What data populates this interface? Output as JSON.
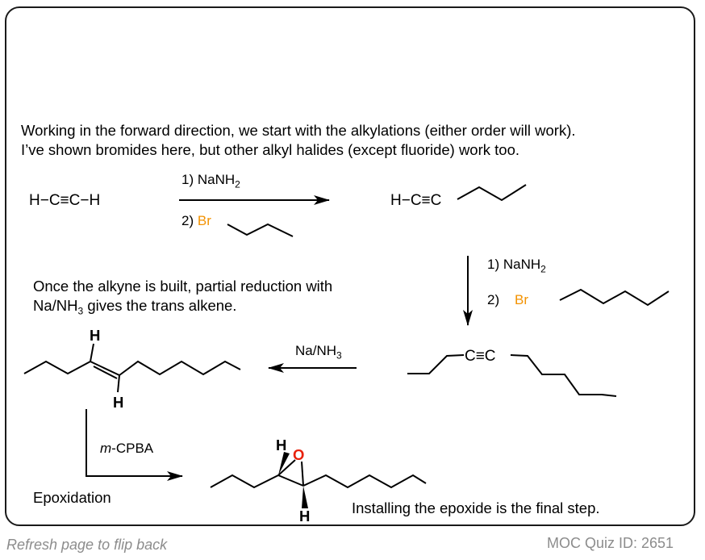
{
  "intro": {
    "line1": "Working in the forward direction, we start with the alkylations (either order will work).",
    "line2": "I’ve shown bromides here, but other alkyl halides (except fluoride) work too."
  },
  "acetylene": "H−C≡C−H",
  "step1": {
    "reagent1_prefix": "1) NaNH",
    "reagent1_sub": "2",
    "reagent2_prefix": "2)",
    "bromo": "Br"
  },
  "pentyne": "H−C≡C",
  "step2": {
    "reagent1_prefix": "1) NaNH",
    "reagent1_sub": "2",
    "reagent2_prefix": "2)",
    "bromo": "Br"
  },
  "internal_alkyne": "C≡C",
  "note_reduction": {
    "line1": "Once the alkyne is built, partial reduction with",
    "line2_prefix": "Na/NH",
    "line2_sub": "3",
    "line2_suffix": " gives the trans alkene."
  },
  "step3": {
    "reagent_prefix": "Na/NH",
    "reagent_sub": "3"
  },
  "alkene_h_top": "H",
  "alkene_h_bottom": "H",
  "step4": {
    "reagent_italic": "m",
    "reagent_rest": "-CPBA",
    "label": "Epoxidation"
  },
  "epoxide": {
    "h_top": "H",
    "oxygen": "O",
    "h_bottom": "H"
  },
  "final_note": "Installing the epoxide is the final step.",
  "footer": {
    "left": "Refresh page to flip back",
    "right": "MOC Quiz ID: 2651"
  },
  "colors": {
    "bromine": "#f39200",
    "oxygen": "#e8200a",
    "footer_text": "#8c8c8c",
    "border": "#1a1a1a"
  }
}
